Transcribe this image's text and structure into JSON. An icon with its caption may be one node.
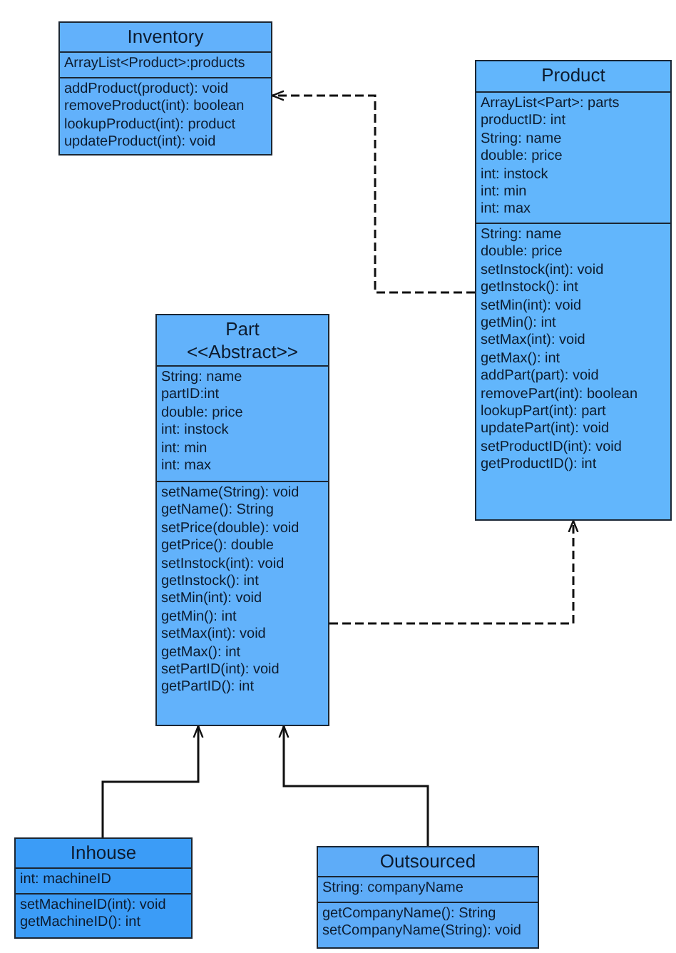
{
  "diagram": {
    "nodes": [
      {
        "text": [
          "Inventory"
        ]
      },
      {
        "text": [
          "ArrayList<Product>:products"
        ],
        "in": 0
      },
      {
        "text": [
          "addProduct(product): void",
          "removeProduct(int): boolean",
          "lookupProduct(int): product",
          "updateProduct(int): void"
        ],
        "in": 0
      },
      {
        "text": [
          "Product"
        ]
      },
      {
        "text": [
          "ArrayList<Part>: parts",
          "productID: int",
          "String: name",
          "double: price",
          "int: instock",
          "int: min",
          "int: max"
        ],
        "in": 3
      },
      {
        "text": [
          "String: name",
          "double: price",
          "setInstock(int): void",
          "getInstock(): int",
          "setMin(int): void",
          "getMin(): int",
          "setMax(int): void",
          "getMax(): int",
          "addPart(part): void",
          "removePart(int): boolean",
          "lookupPart(int): part",
          "updatePart(int): void",
          "setProductID(int): void",
          "getProductID(): int"
        ],
        "in": 3
      },
      {
        "text": [
          "Part",
          "<<Abstract>>"
        ]
      },
      {
        "text": [
          "String: name",
          "partID:int",
          "double: price",
          "int: instock",
          "int: min",
          "int: max"
        ],
        "in": 6
      },
      {
        "text": [
          "setName(String): void",
          "getName(): String",
          "setPrice(double): void",
          "getPrice(): double",
          "setInstock(int): void",
          "getInstock(): int",
          "setMin(int): void",
          "getMin(): int",
          "setMax(int): void",
          "getMax(): int",
          "setPartID(int): void",
          "getPartID(): int"
        ],
        "in": 6
      },
      {
        "text": [
          "Inhouse"
        ]
      },
      {
        "text": [
          "int: machineID"
        ],
        "in": 9
      },
      {
        "text": [
          "setMachineID(int): void",
          "getMachineID(): int"
        ],
        "in": 9
      },
      {
        "text": [
          "Outsourced"
        ]
      },
      {
        "text": [
          "String: companyName"
        ],
        "in": 12
      },
      {
        "text": [
          "getCompanyName(): String",
          "setCompanyName(String): void"
        ],
        "in": 12
      }
    ],
    "edges": [
      {
        "from": 3,
        "to": 0,
        "arrow": "to",
        "style": "dashed"
      },
      {
        "from": 6,
        "to": 3,
        "arrow": "to",
        "style": "dashed"
      },
      {
        "from": 9,
        "to": 6,
        "arrow": "to"
      },
      {
        "from": 12,
        "to": 6,
        "arrow": "to"
      }
    ]
  }
}
